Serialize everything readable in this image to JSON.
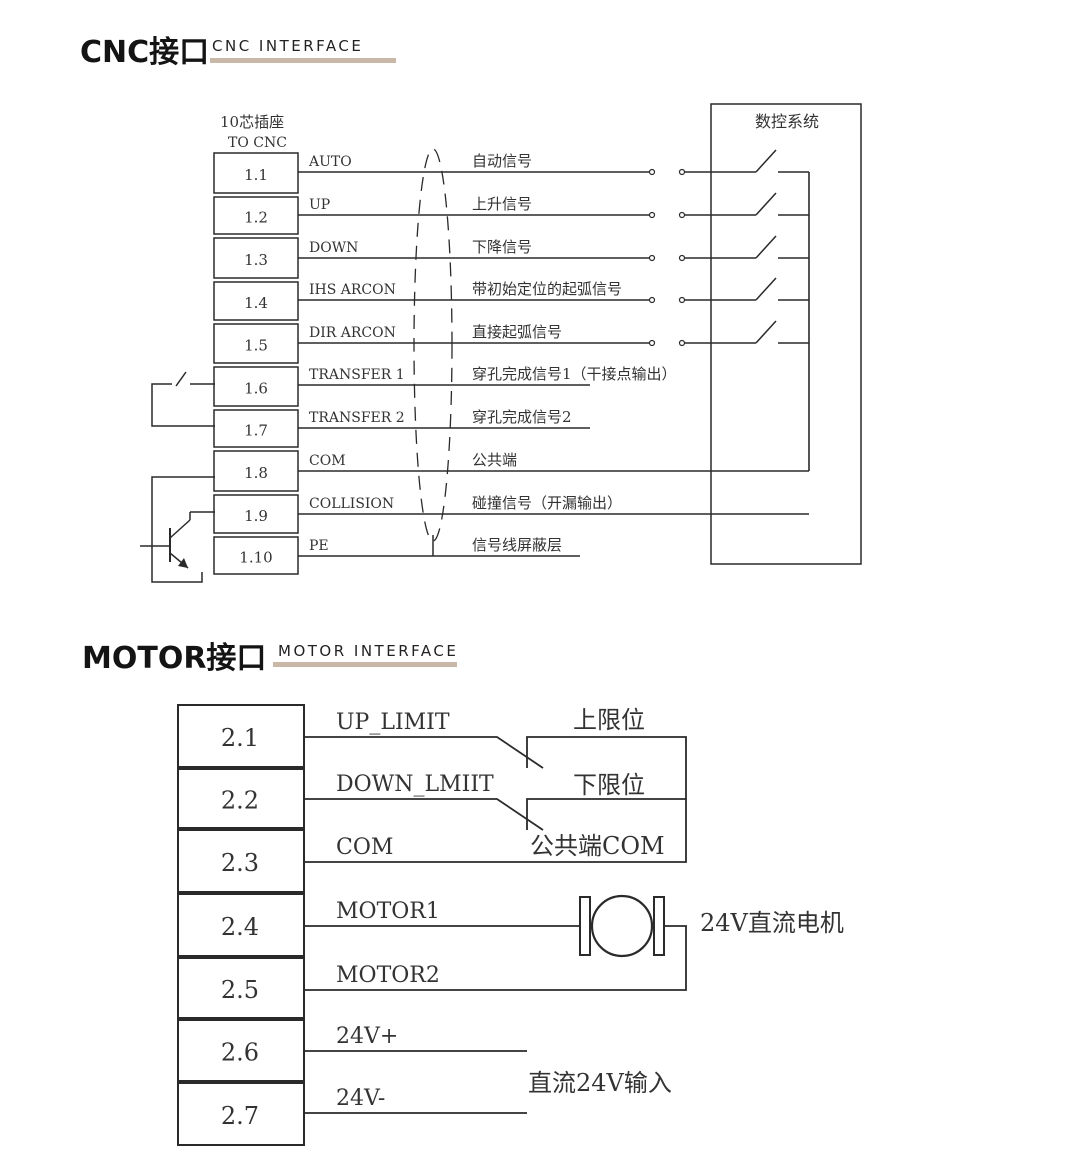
{
  "cnc": {
    "title": "CNC接口",
    "subtitle": "CNC INTERFACE",
    "connector_label": "10芯插座",
    "connector_to": "TO CNC",
    "system_label": "数控系统",
    "pins": [
      {
        "num": "1.1",
        "name": "AUTO",
        "desc": "自动信号"
      },
      {
        "num": "1.2",
        "name": "UP",
        "desc": "上升信号"
      },
      {
        "num": "1.3",
        "name": "DOWN",
        "desc": "下降信号"
      },
      {
        "num": "1.4",
        "name": "IHS ARCON",
        "desc": "带初始定位的起弧信号"
      },
      {
        "num": "1.5",
        "name": "DIR ARCON",
        "desc": "直接起弧信号"
      },
      {
        "num": "1.6",
        "name": "TRANSFER 1",
        "desc": "穿孔完成信号1（干接点输出）"
      },
      {
        "num": "1.7",
        "name": "TRANSFER 2",
        "desc": "穿孔完成信号2"
      },
      {
        "num": "1.8",
        "name": "COM",
        "desc": "公共端"
      },
      {
        "num": "1.9",
        "name": "COLLISION",
        "desc": "碰撞信号（开漏输出）"
      },
      {
        "num": "1.10",
        "name": "PE",
        "desc": "信号线屏蔽层"
      }
    ]
  },
  "motor": {
    "title": "MOTOR接口",
    "subtitle": "MOTOR INTERFACE",
    "pins": [
      {
        "num": "2.1",
        "name": "UP_LIMIT"
      },
      {
        "num": "2.2",
        "name": "DOWN_LMIIT"
      },
      {
        "num": "2.3",
        "name": "COM"
      },
      {
        "num": "2.4",
        "name": "MOTOR1"
      },
      {
        "num": "2.5",
        "name": "MOTOR2"
      },
      {
        "num": "2.6",
        "name": "24V+"
      },
      {
        "num": "2.7",
        "name": "24V-"
      }
    ],
    "up_limit_label": "上限位",
    "down_limit_label": "下限位",
    "com_label": "公共端COM",
    "motor_label": "24V直流电机",
    "dc_input_label": "直流24V输入"
  },
  "colors": {
    "accent_bar": "#c9b8a8",
    "line": "#2a2a2a"
  }
}
